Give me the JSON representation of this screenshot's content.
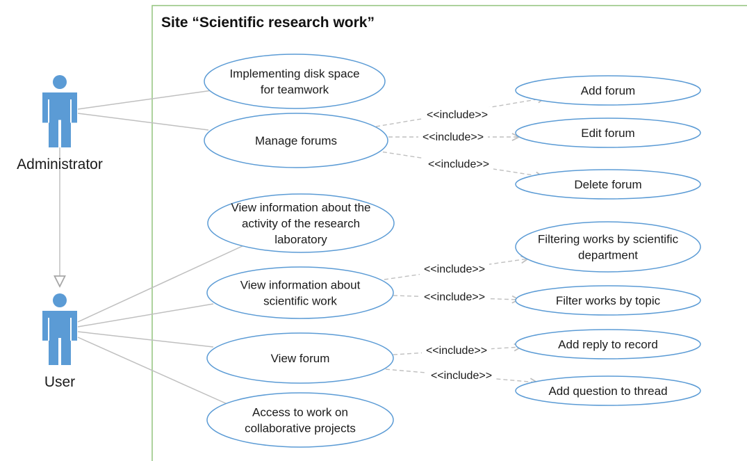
{
  "boundary": {
    "title": "Site “Scientific research work”"
  },
  "colors": {
    "ellipse_stroke": "#5b9bd5",
    "actor_fill": "#5b9bd5",
    "boundary_stroke": "#92c47d",
    "association": "#bfbfbf",
    "include_line": "#bfbfbf"
  },
  "actors": [
    {
      "id": "admin",
      "name": "Administrator",
      "icon": "stick-figure-icon"
    },
    {
      "id": "user",
      "name": "User",
      "icon": "stick-figure-icon"
    }
  ],
  "use_cases": [
    {
      "id": "disk",
      "lines": [
        "Implementing disk space",
        "for teamwork"
      ]
    },
    {
      "id": "manage",
      "lines": [
        "Manage forums"
      ]
    },
    {
      "id": "add_forum",
      "lines": [
        "Add forum"
      ]
    },
    {
      "id": "edit_forum",
      "lines": [
        "Edit forum"
      ]
    },
    {
      "id": "delete_forum",
      "lines": [
        "Delete forum"
      ]
    },
    {
      "id": "view_lab",
      "lines": [
        "View information about the",
        "activity of the research",
        "laboratory"
      ]
    },
    {
      "id": "filter_dept",
      "lines": [
        "Filtering works by scientific",
        "department"
      ]
    },
    {
      "id": "view_sci",
      "lines": [
        "View information about",
        "scientific work"
      ]
    },
    {
      "id": "filter_topic",
      "lines": [
        "Filter works by topic"
      ]
    },
    {
      "id": "view_forum",
      "lines": [
        "View forum"
      ]
    },
    {
      "id": "add_reply",
      "lines": [
        "Add reply to record"
      ]
    },
    {
      "id": "add_question",
      "lines": [
        "Add question to thread"
      ]
    },
    {
      "id": "collab",
      "lines": [
        "Access to work on",
        "collaborative projects"
      ]
    }
  ],
  "associations": [
    {
      "actor": "admin",
      "use_case": "disk"
    },
    {
      "actor": "admin",
      "use_case": "manage"
    },
    {
      "actor": "user",
      "use_case": "view_lab"
    },
    {
      "actor": "user",
      "use_case": "view_sci"
    },
    {
      "actor": "user",
      "use_case": "view_forum"
    },
    {
      "actor": "user",
      "use_case": "collab"
    }
  ],
  "generalizations": [
    {
      "from": "admin",
      "to": "user"
    }
  ],
  "includes": [
    {
      "from": "manage",
      "to": "add_forum",
      "label": "<<include>>"
    },
    {
      "from": "manage",
      "to": "edit_forum",
      "label": "<<include>>"
    },
    {
      "from": "manage",
      "to": "delete_forum",
      "label": "<<include>>"
    },
    {
      "from": "view_sci",
      "to": "filter_dept",
      "label": "<<include>>"
    },
    {
      "from": "view_sci",
      "to": "filter_topic",
      "label": "<<include>>"
    },
    {
      "from": "view_forum",
      "to": "add_reply",
      "label": "<<include>>"
    },
    {
      "from": "view_forum",
      "to": "add_question",
      "label": "<<include>>"
    }
  ]
}
